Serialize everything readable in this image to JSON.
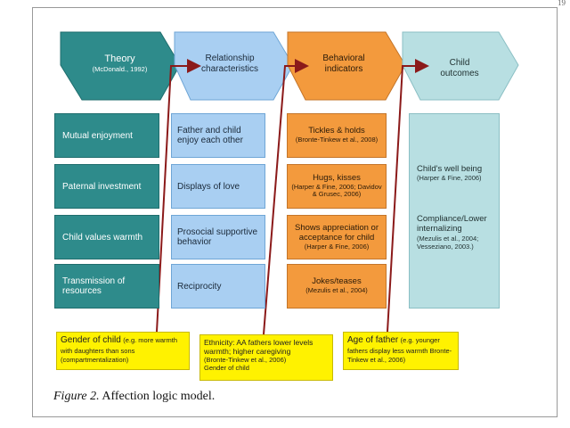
{
  "page_number": "19",
  "headers": {
    "theory": {
      "title": "Theory",
      "cite": "(McDonald., 1992)"
    },
    "relationship": {
      "line1": "Relationship",
      "line2": "characteristics"
    },
    "behavioral": {
      "line1": "Behavioral",
      "line2": "indicators"
    },
    "outcomes": {
      "line1": "Child",
      "line2": "outcomes"
    }
  },
  "theory_items": [
    "Mutual enjoyment",
    "Paternal investment",
    "Child values warmth",
    "Transmission of resources"
  ],
  "relationship_items": [
    "Father and child enjoy each other",
    "Displays of love",
    "Prosocial supportive behavior",
    "Reciprocity"
  ],
  "behavioral_items": [
    {
      "text": "Tickles & holds",
      "cite": "(Bronte-Tinkew et al., 2008)"
    },
    {
      "text": "Hugs, kisses",
      "cite": "(Harper & Fine, 2006; Davidov & Grusec, 2006)"
    },
    {
      "text": "Shows appreciation or acceptance for child",
      "cite": "(Harper & Fine, 2006)"
    },
    {
      "text": "Jokes/teases",
      "cite": "(Mezulis et al., 2004)"
    }
  ],
  "outcome_items": [
    {
      "text": "Child's well being",
      "cite": "(Harper & Fine, 2006)"
    },
    {
      "text": "Compliance/Lower internalizing",
      "cite": "(Mezulis et al., 2004; Vesseziano, 2003.)"
    }
  ],
  "moderators": [
    {
      "label": "Gender of child",
      "detail": "(e.g. more warmth with daughters than sons (compartmentalization)"
    },
    {
      "label": "Ethnicity: AA fathers lower levels warmth; higher caregiving",
      "detail": "(Bronte-Tinkew et al., 2006)",
      "extra": "Gender of child"
    },
    {
      "label": "Age of father",
      "detail": "(e.g. younger fathers display less warmth Bronte-Tinkew et al., 2006)"
    }
  ],
  "caption": {
    "figure": "Figure 2.",
    "text": "Affection logic model."
  },
  "colors": {
    "teal": "#2e8b8b",
    "light_blue": "#a9cff2",
    "orange": "#f39a3d",
    "pale_teal": "#b8dfe2",
    "yellow": "#fff200",
    "arrow": "#8b1a1a"
  }
}
